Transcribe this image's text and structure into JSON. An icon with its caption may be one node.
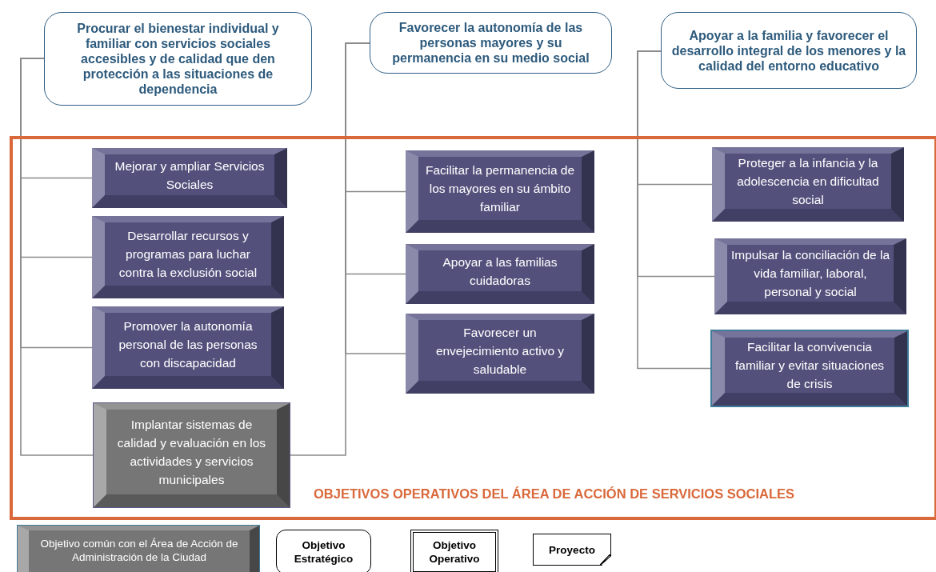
{
  "diagram": {
    "nodes": [
      {
        "text": [
          "Procurar el bienestar individual y familiar con servicios sociales accesibles y de calidad que den protección a las situaciones de dependencia"
        ]
      },
      {
        "text": [
          "Favorecer la autonomía de las personas mayores y su permanencia en su medio social"
        ]
      },
      {
        "text": [
          "Apoyar a la familia y  favorecer el desarrollo integral de los menores y la calidad del entorno educativo"
        ]
      },
      {
        "text": [
          "OBJETIVOS OPERATIVOS DEL ÁREA DE ACCIÓN  DE SERVICIOS SOCIALES"
        ]
      },
      {
        "text": [
          "Mejorar y ampliar Servicios Sociales"
        ],
        "in": 3
      },
      {
        "text": [
          "Desarrollar recursos y programas para luchar contra la exclusión social"
        ],
        "in": 3
      },
      {
        "text": [
          "Promover la autonomía personal de las personas con discapacidad"
        ],
        "in": 3
      },
      {
        "text": [
          "Implantar sistemas de calidad y evaluación en los actividades y servicios municipales"
        ],
        "in": 3
      },
      {
        "text": [
          "Facilitar la permanencia de los mayores en su ámbito familiar"
        ],
        "in": 3
      },
      {
        "text": [
          "Apoyar a las familias cuidadoras"
        ],
        "in": 3
      },
      {
        "text": [
          "Favorecer un envejecimiento activo y saludable"
        ],
        "in": 3
      },
      {
        "text": [
          "Proteger a la infancia y la adolescencia en dificultad social"
        ],
        "in": 3
      },
      {
        "text": [
          "Impulsar la conciliación de la vida familiar, laboral, personal y social"
        ],
        "in": 3
      },
      {
        "text": [
          "Facilitar la convivencia familiar y evitar situaciones de crisis"
        ],
        "in": 3
      }
    ],
    "edges": [
      {
        "from": 0,
        "to": 4,
        "arrow": "none"
      },
      {
        "from": 0,
        "to": 5,
        "arrow": "none"
      },
      {
        "from": 0,
        "to": 6,
        "arrow": "none"
      },
      {
        "from": 0,
        "to": 7,
        "arrow": "none"
      },
      {
        "from": 1,
        "to": 8,
        "arrow": "none"
      },
      {
        "from": 1,
        "to": 9,
        "arrow": "none"
      },
      {
        "from": 1,
        "to": 10,
        "arrow": "none"
      },
      {
        "from": 1,
        "to": 7,
        "arrow": "none"
      },
      {
        "from": 2,
        "to": 11,
        "arrow": "none"
      },
      {
        "from": 2,
        "to": 12,
        "arrow": "none"
      },
      {
        "from": 2,
        "to": 13,
        "arrow": "none"
      }
    ],
    "legend": [
      {
        "text": "Objetivo común con el Área de Acción de Administración de la Ciudad",
        "color": "#767676"
      },
      {
        "text": "Objetivo Estratégico"
      },
      {
        "text": "Objetivo Operativo"
      },
      {
        "text": "Proyecto"
      }
    ]
  }
}
